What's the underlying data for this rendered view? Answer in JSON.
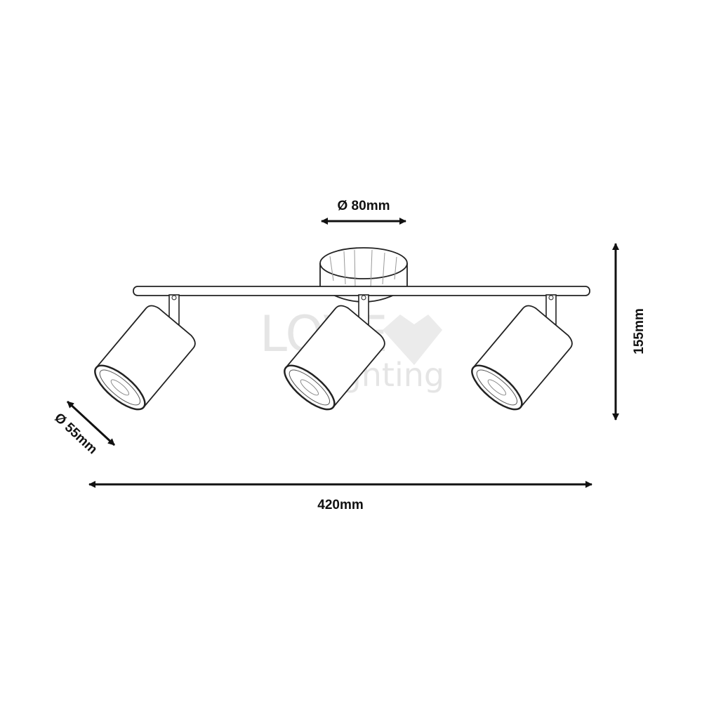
{
  "title": "3-light spotlight bar dimensions",
  "dimensions": {
    "canopy_diameter": "Ø 80mm",
    "height": "155mm",
    "width": "420mm",
    "spot_diameter": "Ø 55mm"
  },
  "watermark": {
    "line1": "LOVE",
    "line2": "lighting"
  },
  "colors": {
    "line": "#111111",
    "watermark": "#dddddd"
  }
}
